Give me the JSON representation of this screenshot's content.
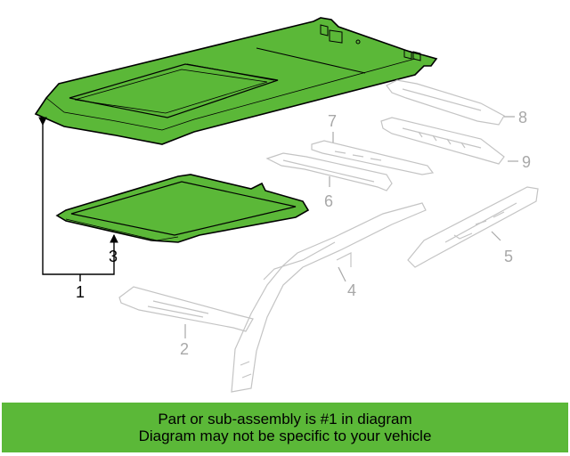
{
  "diagram": {
    "callouts": [
      {
        "id": "1",
        "label": "1",
        "highlighted": true
      },
      {
        "id": "2",
        "label": "2",
        "highlighted": false
      },
      {
        "id": "3",
        "label": "3",
        "highlighted": true
      },
      {
        "id": "4",
        "label": "4",
        "highlighted": false
      },
      {
        "id": "5",
        "label": "5",
        "highlighted": false
      },
      {
        "id": "6",
        "label": "6",
        "highlighted": false
      },
      {
        "id": "7",
        "label": "7",
        "highlighted": false
      },
      {
        "id": "8",
        "label": "8",
        "highlighted": false
      },
      {
        "id": "9",
        "label": "9",
        "highlighted": false
      }
    ],
    "colors": {
      "highlight": "#5bb838",
      "outline": "#000000",
      "dim_part": "#c4c4c4",
      "dim_label": "#a8a8a8"
    }
  },
  "banner": {
    "line1": "Part or sub-assembly is #1 in diagram",
    "line2": "Diagram may not be specific to your vehicle",
    "color": "#5bb838"
  }
}
